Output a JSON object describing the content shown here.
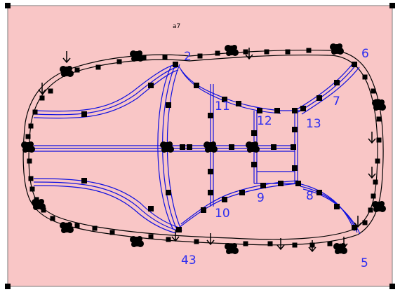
{
  "colors": {
    "background": "#f9c6c6",
    "border": "#7a7a7a",
    "outline": "#000000",
    "mesh": "#1010e0",
    "label": "#2d2df0",
    "marker": "#000000"
  },
  "header_text": "a7",
  "node_labels": [
    "2",
    "6",
    "7",
    "11",
    "12",
    "13",
    "9",
    "8",
    "10",
    "43",
    "5"
  ],
  "icons": {
    "corner_handle": "square-handle-icon",
    "vertex_marker": "square-marker-icon",
    "cluster_marker": "blob-marker-icon",
    "arrow_marker": "down-arrow-marker-icon"
  }
}
